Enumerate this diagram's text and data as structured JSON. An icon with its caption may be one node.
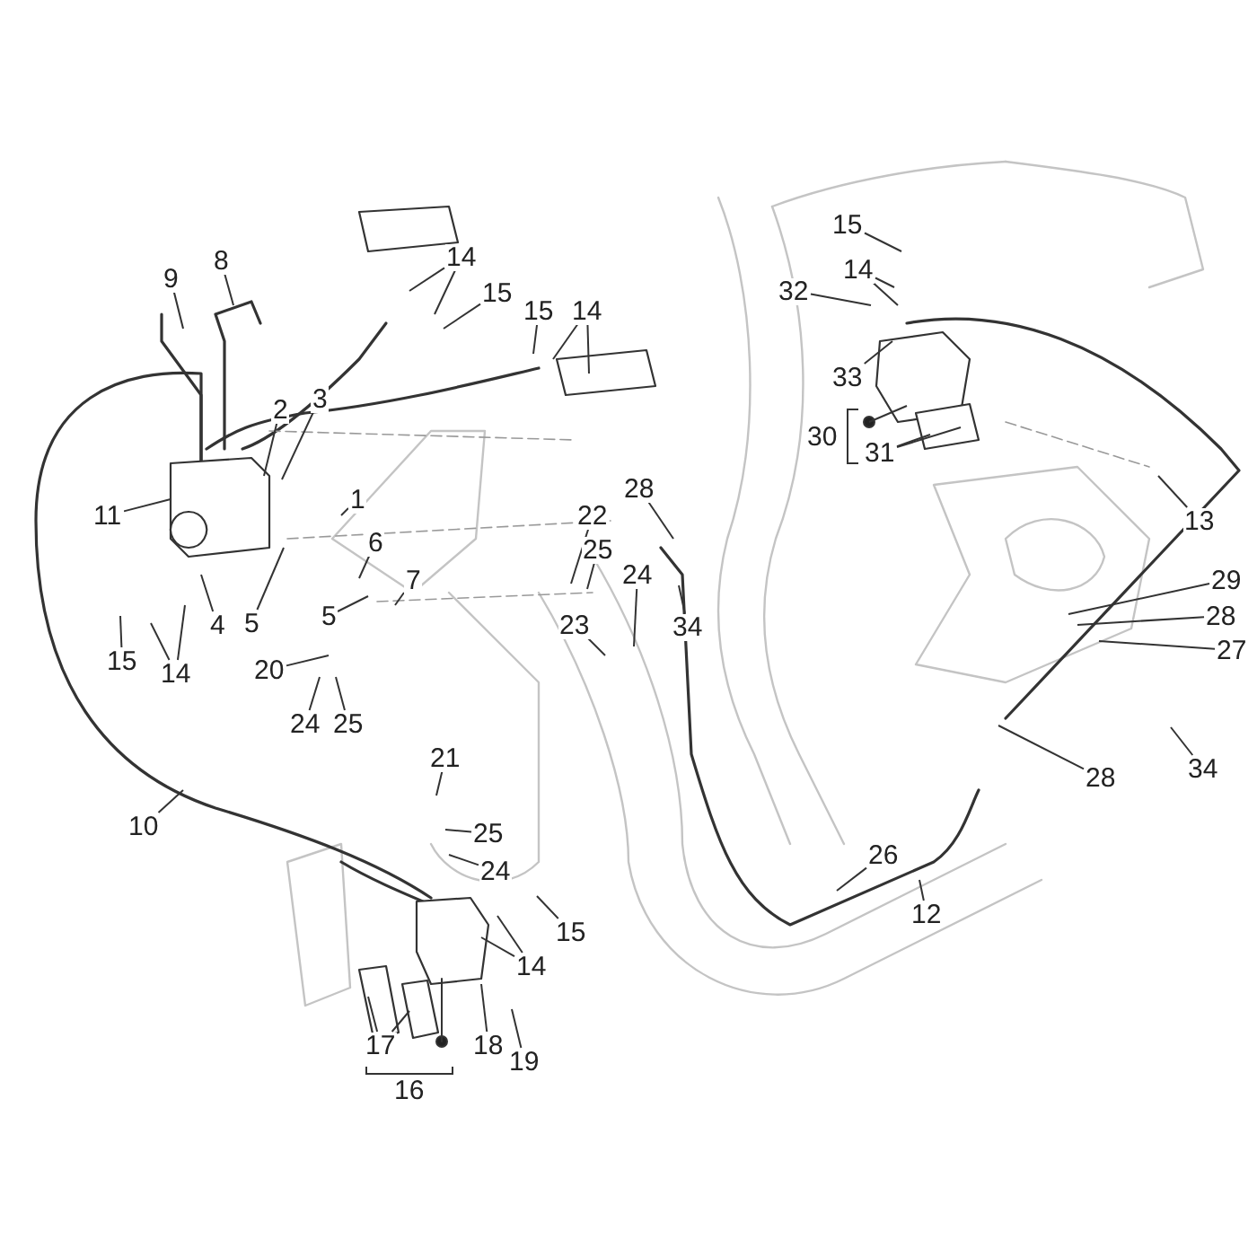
{
  "diagram": {
    "nodes": [
      {
        "text": [
          "8"
        ]
      },
      {
        "text": [
          "14"
        ]
      },
      {
        "text": [
          "15"
        ]
      },
      {
        "text": [
          "9"
        ]
      },
      {
        "text": [
          "14"
        ]
      },
      {
        "text": [
          "15"
        ]
      },
      {
        "text": [
          "15"
        ]
      },
      {
        "text": [
          "14"
        ]
      },
      {
        "text": [
          "32"
        ]
      },
      {
        "text": [
          "33"
        ]
      },
      {
        "text": [
          "3"
        ]
      },
      {
        "text": [
          "2"
        ]
      },
      {
        "text": [
          "31"
        ]
      },
      {
        "text": [
          "28"
        ]
      },
      {
        "text": [
          "1"
        ]
      },
      {
        "text": [
          "11"
        ]
      },
      {
        "text": [
          "22"
        ]
      },
      {
        "text": [
          "13"
        ]
      },
      {
        "text": [
          "6"
        ]
      },
      {
        "text": [
          "25"
        ]
      },
      {
        "text": [
          "24"
        ]
      },
      {
        "text": [
          "29"
        ]
      },
      {
        "text": [
          "7"
        ]
      },
      {
        "text": [
          "5"
        ]
      },
      {
        "text": [
          "28"
        ]
      },
      {
        "text": [
          "34"
        ]
      },
      {
        "text": [
          "4"
        ]
      },
      {
        "text": [
          "5"
        ]
      },
      {
        "text": [
          "23"
        ]
      },
      {
        "text": [
          "27"
        ]
      },
      {
        "text": [
          "15"
        ]
      },
      {
        "text": [
          "14"
        ]
      },
      {
        "text": [
          "20"
        ]
      },
      {
        "text": [
          "24"
        ]
      },
      {
        "text": [
          "25"
        ]
      },
      {
        "text": [
          "21"
        ]
      },
      {
        "text": [
          "34"
        ]
      },
      {
        "text": [
          "28"
        ]
      },
      {
        "text": [
          "10"
        ]
      },
      {
        "text": [
          "25"
        ]
      },
      {
        "text": [
          "26"
        ]
      },
      {
        "text": [
          "24"
        ]
      },
      {
        "text": [
          "12"
        ]
      },
      {
        "text": [
          "15"
        ]
      },
      {
        "text": [
          "14"
        ]
      },
      {
        "text": [
          "17"
        ]
      },
      {
        "text": [
          "18"
        ]
      },
      {
        "text": [
          "19"
        ]
      },
      {
        "text": [
          "30"
        ]
      },
      {
        "text": [
          "16"
        ]
      }
    ],
    "edges": [
      {
        "from": 0,
        "to": null,
        "arrow": "none"
      },
      {
        "from": 1,
        "to": null,
        "arrow": "none"
      },
      {
        "from": 1,
        "to": null,
        "arrow": "none"
      },
      {
        "from": 2,
        "to": null,
        "arrow": "none"
      },
      {
        "from": 3,
        "to": null,
        "arrow": "none"
      },
      {
        "from": 4,
        "to": null,
        "arrow": "none"
      },
      {
        "from": 4,
        "to": null,
        "arrow": "none"
      },
      {
        "from": 5,
        "to": null,
        "arrow": "none"
      },
      {
        "from": 6,
        "to": null,
        "arrow": "none"
      },
      {
        "from": 7,
        "to": null,
        "arrow": "none"
      },
      {
        "from": 7,
        "to": null,
        "arrow": "none"
      },
      {
        "from": 8,
        "to": null,
        "arrow": "none"
      },
      {
        "from": 9,
        "to": null,
        "arrow": "none"
      },
      {
        "from": 10,
        "to": null,
        "arrow": "none"
      },
      {
        "from": 11,
        "to": null,
        "arrow": "none"
      },
      {
        "from": 12,
        "to": null,
        "arrow": "none"
      },
      {
        "from": 12,
        "to": null,
        "arrow": "none"
      },
      {
        "from": 13,
        "to": null,
        "arrow": "none"
      },
      {
        "from": 14,
        "to": null,
        "arrow": "none"
      },
      {
        "from": 15,
        "to": null,
        "arrow": "none"
      },
      {
        "from": 16,
        "to": null,
        "arrow": "none"
      },
      {
        "from": 17,
        "to": null,
        "arrow": "none"
      },
      {
        "from": 18,
        "to": null,
        "arrow": "none"
      },
      {
        "from": 19,
        "to": null,
        "arrow": "none"
      },
      {
        "from": 20,
        "to": null,
        "arrow": "none"
      },
      {
        "from": 21,
        "to": null,
        "arrow": "none"
      },
      {
        "from": 22,
        "to": null,
        "arrow": "none"
      },
      {
        "from": 23,
        "to": null,
        "arrow": "none"
      },
      {
        "from": 24,
        "to": null,
        "arrow": "none"
      },
      {
        "from": 25,
        "to": null,
        "arrow": "none"
      },
      {
        "from": 26,
        "to": null,
        "arrow": "none"
      },
      {
        "from": 27,
        "to": null,
        "arrow": "none"
      },
      {
        "from": 28,
        "to": null,
        "arrow": "none"
      },
      {
        "from": 29,
        "to": null,
        "arrow": "none"
      },
      {
        "from": 30,
        "to": null,
        "arrow": "none"
      },
      {
        "from": 31,
        "to": null,
        "arrow": "none"
      },
      {
        "from": 31,
        "to": null,
        "arrow": "none"
      },
      {
        "from": 32,
        "to": null,
        "arrow": "none"
      },
      {
        "from": 33,
        "to": null,
        "arrow": "none"
      },
      {
        "from": 34,
        "to": null,
        "arrow": "none"
      },
      {
        "from": 35,
        "to": null,
        "arrow": "none"
      },
      {
        "from": 36,
        "to": null,
        "arrow": "none"
      },
      {
        "from": 37,
        "to": null,
        "arrow": "none"
      },
      {
        "from": 38,
        "to": null,
        "arrow": "none"
      },
      {
        "from": 39,
        "to": null,
        "arrow": "none"
      },
      {
        "from": 40,
        "to": null,
        "arrow": "none"
      },
      {
        "from": 41,
        "to": null,
        "arrow": "none"
      },
      {
        "from": 42,
        "to": null,
        "arrow": "none"
      },
      {
        "from": 43,
        "to": null,
        "arrow": "none"
      },
      {
        "from": 44,
        "to": null,
        "arrow": "none"
      },
      {
        "from": 44,
        "to": null,
        "arrow": "none"
      },
      {
        "from": 45,
        "to": null,
        "arrow": "none"
      },
      {
        "from": 45,
        "to": null,
        "arrow": "none"
      },
      {
        "from": 46,
        "to": null,
        "arrow": "none"
      },
      {
        "from": 47,
        "to": null,
        "arrow": "none"
      }
    ]
  }
}
